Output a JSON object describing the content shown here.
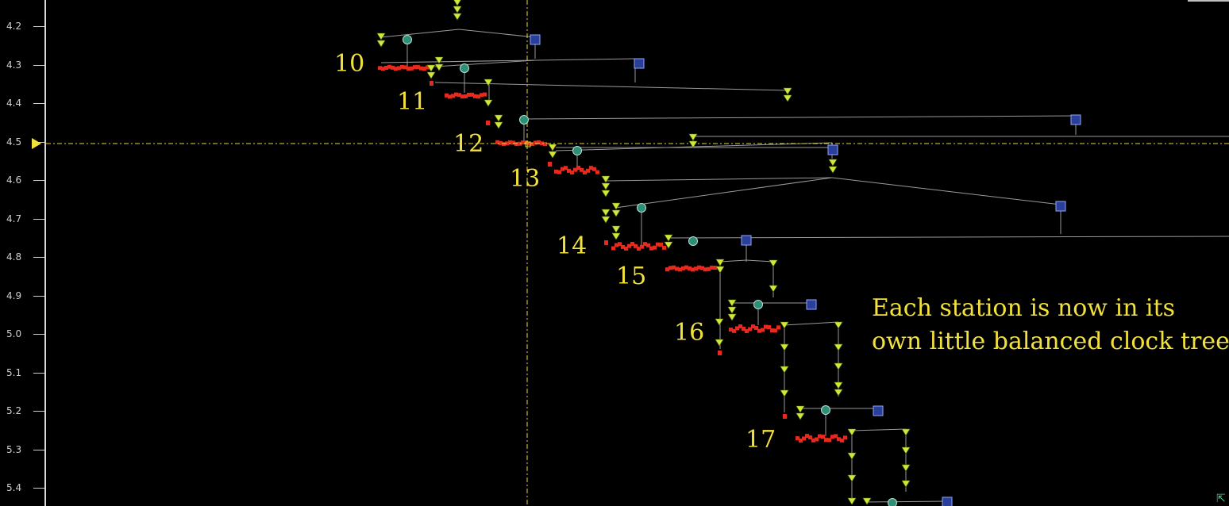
{
  "ruler": {
    "ticks": [
      "4.2",
      "4.3",
      "4.4",
      "4.5",
      "4.6",
      "4.7",
      "4.8",
      "4.9",
      "5.0",
      "5.1",
      "5.2",
      "5.3",
      "5.4"
    ],
    "cursor_value": "4.5"
  },
  "stations": [
    "10",
    "11",
    "12",
    "13",
    "14",
    "15",
    "16",
    "17"
  ],
  "annotation": {
    "line1": "Each station is now in its",
    "line2": "own little balanced clock tree"
  },
  "colors": {
    "background": "#000000",
    "wire": "#9a9a9a",
    "buffer": "#cfe83a",
    "root_node": "#2e8f76",
    "sink_block": "#2a3f9a",
    "flops": "#e52b1f",
    "cursor": "#e8d830",
    "text": "#f2e13a"
  },
  "icons": {
    "buffer": "triangle-down-icon",
    "root": "circle-node-icon",
    "sink": "square-block-icon",
    "cursor": "triangle-right-icon",
    "resize": "resize-corner-icon"
  }
}
